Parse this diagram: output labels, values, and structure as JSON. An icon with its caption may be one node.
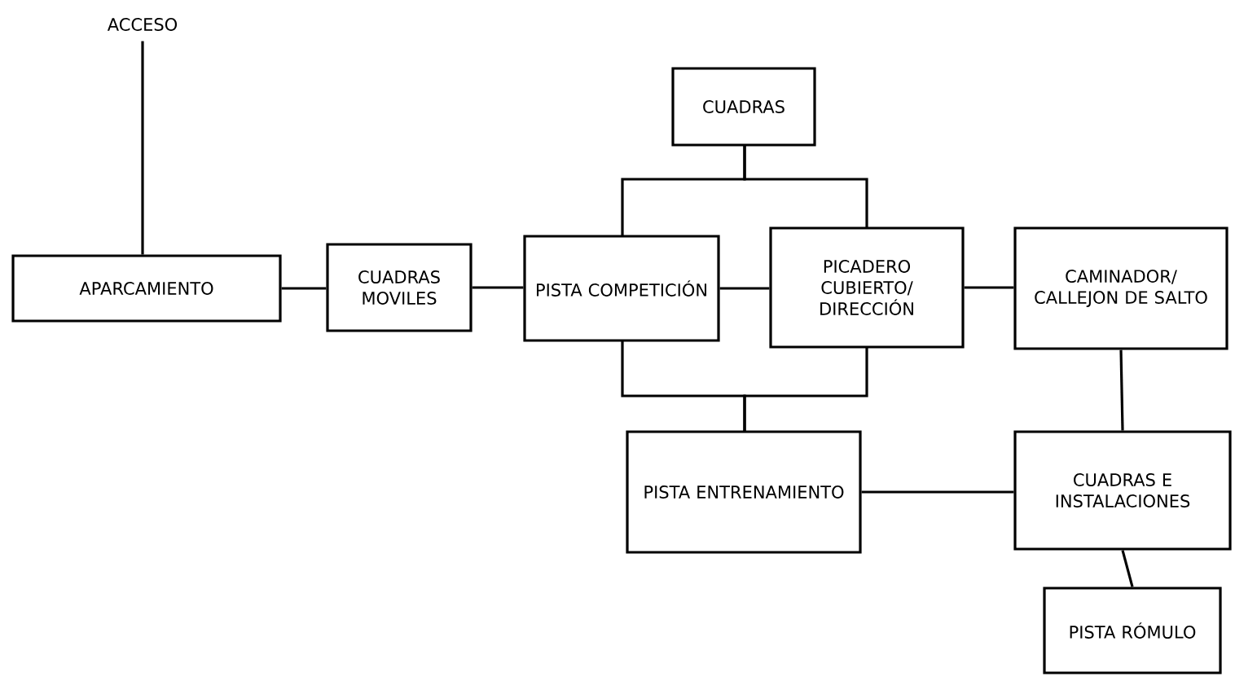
{
  "diagram": {
    "nodes": [
      {
        "text": [
          "ACCESO"
        ]
      },
      {
        "text": [
          "APARCAMIENTO"
        ]
      },
      {
        "text": [
          "CUADRAS MOVILES"
        ]
      },
      {
        "text": [
          "PISTA COMPETICIÓN"
        ]
      },
      {
        "text": [
          "CUADRAS"
        ]
      },
      {
        "text": [
          "PICADERO CUBIERTO/ DIRECCIÓN"
        ]
      },
      {
        "text": [
          "CAMINADOR/ CALLEJON DE SALTO"
        ]
      },
      {
        "text": [
          "PISTA ENTRENAMIENTO"
        ]
      },
      {
        "text": [
          "CUADRAS E INSTALACIONES"
        ]
      },
      {
        "text": [
          "PISTA RÓMULO"
        ]
      }
    ],
    "edges": [
      {
        "from": 0,
        "to": 1,
        "arrow": "none"
      },
      {
        "from": 1,
        "to": 2,
        "arrow": "none"
      },
      {
        "from": 2,
        "to": 3,
        "arrow": "none"
      },
      {
        "from": 4,
        "to": 3,
        "arrow": "none"
      },
      {
        "from": 4,
        "to": 5,
        "arrow": "none"
      },
      {
        "from": 3,
        "to": 5,
        "arrow": "none"
      },
      {
        "from": 5,
        "to": 6,
        "arrow": "none"
      },
      {
        "from": 3,
        "to": 7,
        "arrow": "none"
      },
      {
        "from": 5,
        "to": 7,
        "arrow": "none"
      },
      {
        "from": 7,
        "to": 8,
        "arrow": "none"
      },
      {
        "from": 6,
        "to": 8,
        "arrow": "none"
      },
      {
        "from": 8,
        "to": 9,
        "arrow": "none"
      }
    ]
  }
}
